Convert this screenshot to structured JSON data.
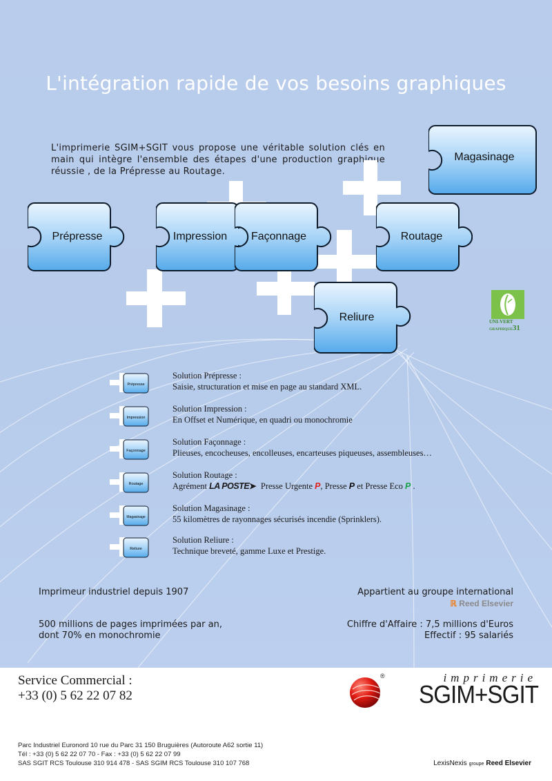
{
  "title": "L'intégration rapide de vos besoins graphiques",
  "intro": "L'imprimerie SGIM+SGIT vous propose une véritable solution clés en main qui intègre l'ensemble des étapes d'une production graphique réussie , de la Prépresse au Routage.",
  "puzzle": {
    "prepresse": "Prépresse",
    "impression": "Impression",
    "faconnage": "Façonnage",
    "routage": "Routage",
    "magasinage": "Magasinage",
    "reliure": "Reliure"
  },
  "badge": {
    "line1": "UNI-VERT",
    "line2": "GRAPHIQUE",
    "num": "31"
  },
  "solutions": [
    {
      "mini": "Prépresse",
      "title": "Solution Prépresse :",
      "desc": "Saisie, structuration et mise en page au standard XML."
    },
    {
      "mini": "Impression",
      "title": "Solution Impression :",
      "desc": "En Offset et Numérique, en quadri ou monochromie"
    },
    {
      "mini": "Façonnage",
      "title": "Solution Façonnage :",
      "desc": "Plieuses, encocheuses, encolleuses, encarteuses piqueuses, assembleuses…"
    },
    {
      "mini": "Routage",
      "title": "Solution Routage :",
      "desc_parts": {
        "a": "Agrément",
        "laposte": "LA POSTE",
        "b": "Presse Urgente",
        "c": ", Presse",
        "d": "et Presse Eco",
        "e": "."
      }
    },
    {
      "mini": "Magasinage",
      "title": "Solution Magasinage :",
      "desc": "55 kilomètres de rayonnages sécurisés incendie (Sprinklers)."
    },
    {
      "mini": "Reliure",
      "title": "Solution Reliure :",
      "desc": "Technique breveté, gamme Luxe et Prestige."
    }
  ],
  "stats": {
    "since": "Imprimeur industriel depuis 1907",
    "pages_line1": "500 millions de pages imprimées par an,",
    "pages_line2": "dont 70% en monochromie",
    "group": "Appartient au groupe international",
    "group_logo": "Reed Elsevier",
    "ca": "Chiffre d'Affaire : 7,5 millions d'Euros",
    "effectif": "Effectif : 95 salariés"
  },
  "contact": {
    "label": "Service Commercial :",
    "phone": "+33 (0) 5 62 22 07 82"
  },
  "logo": {
    "top": "imprimerie",
    "main": "SGIM+SGIT",
    "mark": "®"
  },
  "footer": {
    "line1": "Parc Industriel Euronord 10 rue du Parc 31 150 Bruguières (Autoroute A62 sortie 11)",
    "line2": "Tél : +33 (0) 5 62 22 07 70 - Fax : +33 (0) 5 62 22 07 99",
    "line3": "SAS SGIT RCS Toulouse 310 914 478 - SAS SGIM RCS Toulouse 310 107 768"
  },
  "lexis": {
    "a": "LexisNexis",
    "b": "groupe",
    "c": "Reed Elsevier"
  },
  "colors": {
    "background": "#b9ccec",
    "piece_light": "#e6f2ff",
    "piece_dark": "#5aaee9",
    "accent_red": "#e0201a"
  }
}
